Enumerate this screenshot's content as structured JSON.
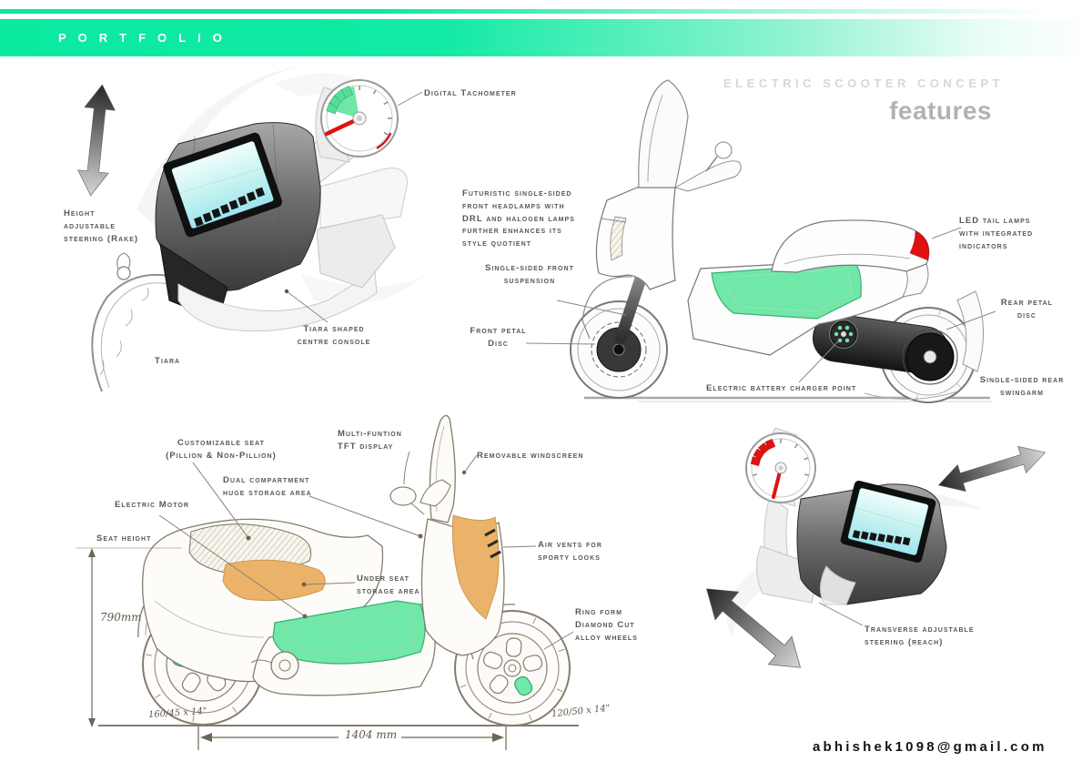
{
  "banner": {
    "title": "PORTFOLIO"
  },
  "header": {
    "kicker": "ELECTRIC SCOOTER CONCEPT",
    "title": "features"
  },
  "contact": {
    "email": "abhishek1098@gmail.com"
  },
  "colors": {
    "accent_green": "#0BE9A1",
    "mint": "#6FE8A8",
    "orange": "#EBB26A",
    "red": "#E01010",
    "screen_cyan": "#C2F2F0"
  },
  "rake_console": {
    "tachometer": "Digital Tachometer",
    "height_steering": "Height\nadjustable\nsteering (Rake)",
    "tiara": "Tiara",
    "tiara_console": "Tiara shaped\ncentre console"
  },
  "features_sketch": {
    "headlamps": "Futuristic single-sided\nfront headlamps with\nDRL and halogen lamps\nfurther enhances its\nstyle quotient",
    "suspension": "Single-sided front\nsuspension",
    "front_disc": "Front petal\nDisc",
    "tail_lamps": "LED tail lamps\nwith integrated\nindicators",
    "rear_disc": "Rear petal\ndisc",
    "charger": "Electric battery charger point",
    "swingarm": "Single-sided rear\nswingarm"
  },
  "dimensions_sketch": {
    "seat": "Customizable seat\n(Pillion & Non-Pillion)",
    "tft": "Multi-funtion\nTFT display",
    "windscreen": "Removable windscreen",
    "dual_storage": "Dual compartment\nhuge storage area",
    "motor": "Electric Motor",
    "seat_height": "Seat height",
    "air_vents": "Air vents for\nsporty looks",
    "under_seat": "Under seat\nstorage area",
    "wheels": "Ring form\nDiamond Cut\nalloy wheels",
    "seat_height_mm": "790mm",
    "front_tire": "160/45 x 14\"",
    "wheelbase": "1404 mm",
    "rear_tire": "120/50 x 14\""
  },
  "reach_console": {
    "label": "Transverse adjustable\nsteering (reach)"
  }
}
